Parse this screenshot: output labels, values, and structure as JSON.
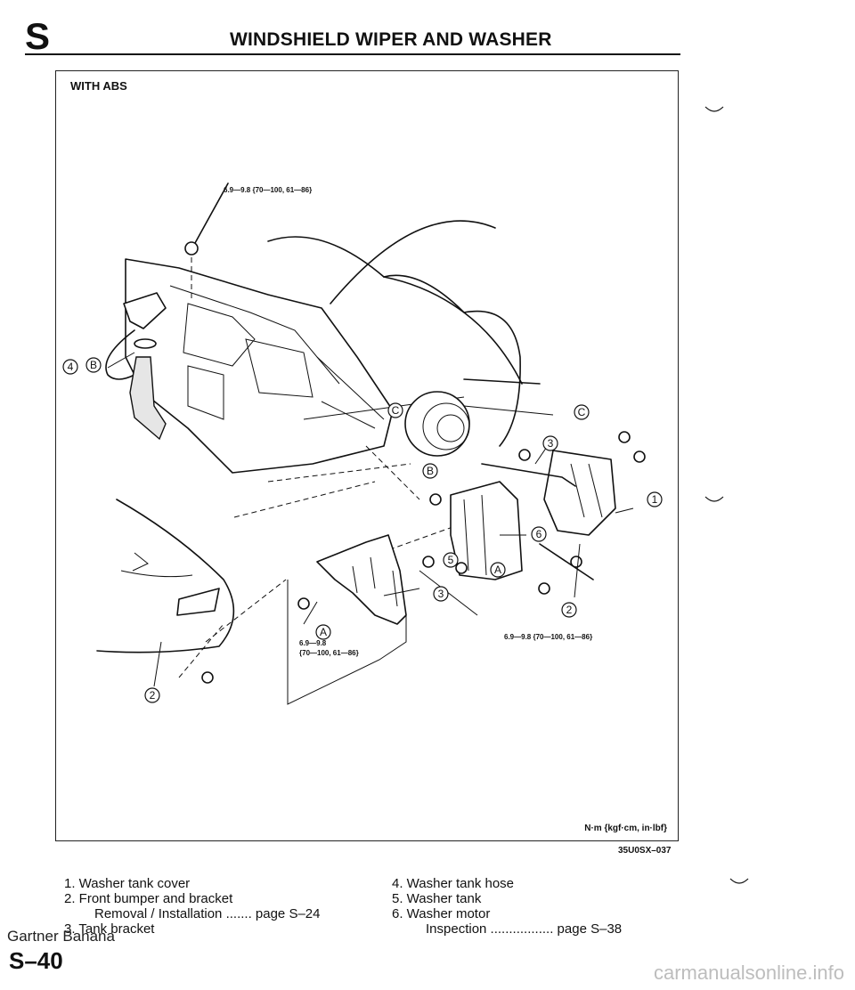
{
  "header": {
    "section_letter": "S",
    "title": "WINDSHIELD WIPER AND WASHER"
  },
  "figure": {
    "label": "WITH ABS",
    "units": "N·m {kgf·cm, in·lbf}",
    "code": "35U0SX–037",
    "torque_labels": {
      "top": "6.9—9.8 {70—100, 61—86}",
      "bottom_right": "6.9—9.8 {70—100, 61—86}",
      "bottom_left_line1": "6.9—9.8",
      "bottom_left_line2": "{70—100, 61—86}"
    },
    "callouts": {
      "c1": "1",
      "c2a": "2",
      "c2b": "2",
      "c3a": "3",
      "c3b": "3",
      "c4": "4",
      "c5": "5",
      "c6": "6",
      "cA1": "A",
      "cA2": "A",
      "cB1": "B",
      "cB2": "B",
      "cC1": "C",
      "cC2": "C"
    }
  },
  "legend": {
    "left": [
      {
        "text": "1. Washer tank cover"
      },
      {
        "text": "2. Front bumper and bracket"
      },
      {
        "text": "Removal / Installation ....... page S–24"
      },
      {
        "text": "3. Tank bracket"
      }
    ],
    "right": [
      {
        "text": "4. Washer tank hose"
      },
      {
        "text": "5. Washer tank"
      },
      {
        "text": "6. Washer motor"
      },
      {
        "text": "Inspection ................. page S–38"
      }
    ]
  },
  "footer": {
    "brand": "Gartner Banana",
    "page_number": "S–40",
    "watermark": "carmanualsonline.info"
  }
}
